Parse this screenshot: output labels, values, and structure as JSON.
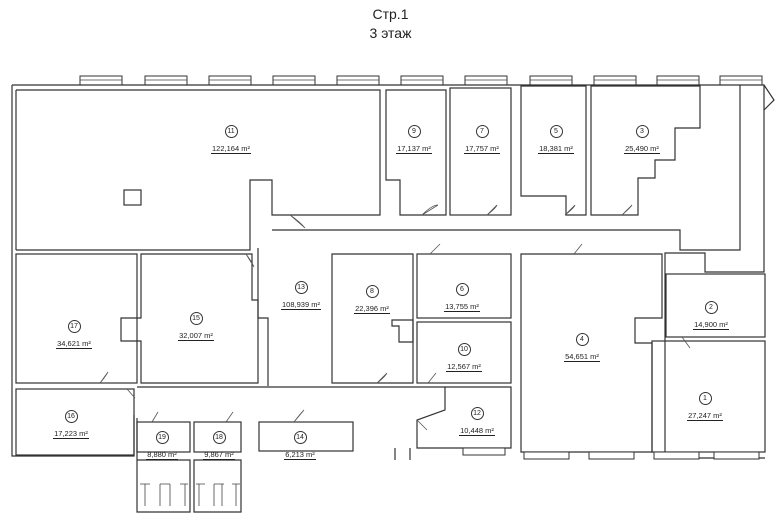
{
  "header": {
    "page": "Стр.1",
    "floor": "3 этаж"
  },
  "rooms": [
    {
      "id": "11",
      "area": "122,164 m²"
    },
    {
      "id": "9",
      "area": "17,137 m²"
    },
    {
      "id": "7",
      "area": "17,757 m²"
    },
    {
      "id": "5",
      "area": "18,381 m²"
    },
    {
      "id": "3",
      "area": "25,490 m²"
    },
    {
      "id": "13",
      "area": "108,939 m²"
    },
    {
      "id": "8",
      "area": "22,396 m²"
    },
    {
      "id": "6",
      "area": "13,755 m²"
    },
    {
      "id": "10",
      "area": "12,567 m²"
    },
    {
      "id": "12",
      "area": "10,448 m²"
    },
    {
      "id": "4",
      "area": "54,651 m²"
    },
    {
      "id": "2",
      "area": "14,900 m²"
    },
    {
      "id": "1",
      "area": "27,247 m²"
    },
    {
      "id": "17",
      "area": "34,621 m²"
    },
    {
      "id": "15",
      "area": "32,007 m²"
    },
    {
      "id": "16",
      "area": "17,223 m²"
    },
    {
      "id": "19",
      "area": "8,880 m²"
    },
    {
      "id": "18",
      "area": "9,867 m²"
    },
    {
      "id": "14",
      "area": "6,213 m²"
    }
  ]
}
